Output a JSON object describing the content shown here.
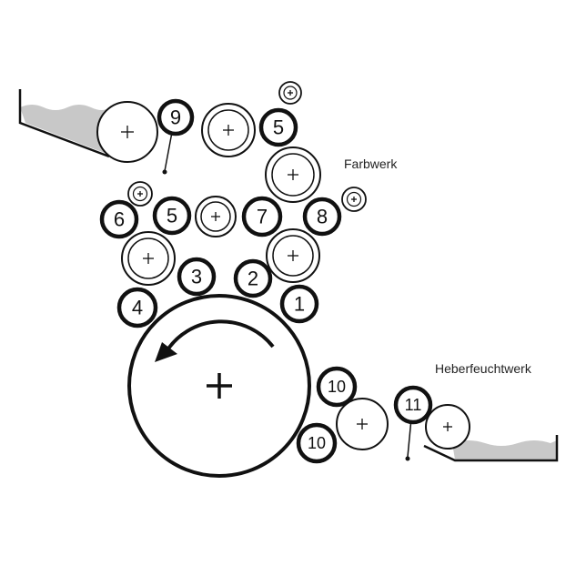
{
  "labels": {
    "inking_unit": "Farbwerk",
    "dampening_unit": "Heberfeuchtwerk"
  },
  "roller_numbers": [
    "9",
    "5",
    "6",
    "5",
    "7",
    "8",
    "3",
    "2",
    "4",
    "1",
    "10",
    "10",
    "11"
  ],
  "colors": {
    "ink": "#111111",
    "tray_fill": "#c8c8c8",
    "background": "#ffffff"
  }
}
